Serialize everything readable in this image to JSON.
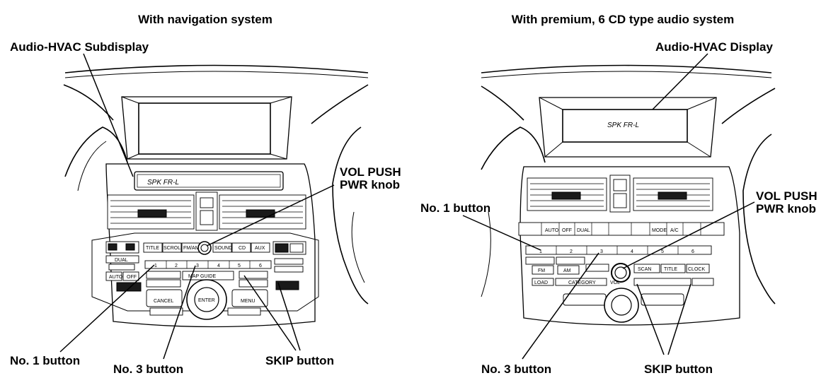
{
  "left": {
    "heading": "With navigation system",
    "subdisplay_label": "Audio-HVAC Subdisplay",
    "display_text": "SPK  FR-L",
    "vol_label_1": "VOL PUSH",
    "vol_label_2": "PWR knob",
    "no1_label": "No. 1 button",
    "no3_label": "No. 3 button",
    "skip_label": "SKIP button",
    "buttons": {
      "title": "TITLE",
      "scroll": "SCROLL",
      "fm_am": "FM/AM",
      "sound": "SOUND",
      "cd": "CD",
      "aux": "AUX",
      "dual": "DUAL",
      "auto": "AUTO",
      "off": "OFF",
      "map_guide": "MAP  GUIDE",
      "enter": "ENTER",
      "cancel": "CANCEL",
      "menu": "MENU",
      "nums": [
        "1",
        "2",
        "3",
        "4",
        "5",
        "6"
      ]
    }
  },
  "right": {
    "heading": "With premium, 6 CD type audio system",
    "display_label": "Audio-HVAC Display",
    "display_text": "SPK  FR-L",
    "vol_label_1": "VOL PUSH",
    "vol_label_2": "PWR knob",
    "no1_label": "No. 1 button",
    "no3_label": "No. 3 button",
    "skip_label": "SKIP button",
    "buttons": {
      "auto": "AUTO",
      "off": "OFF",
      "dual": "DUAL",
      "mode": "MODE",
      "ac": "A/C",
      "fm": "FM",
      "am": "AM",
      "scan": "SCAN",
      "title": "TITLE",
      "clock": "CLOCK",
      "load": "LOAD",
      "vol": "VOL",
      "category": "CATEGORY",
      "nums": [
        "1",
        "2",
        "3",
        "4",
        "5",
        "6"
      ]
    }
  }
}
